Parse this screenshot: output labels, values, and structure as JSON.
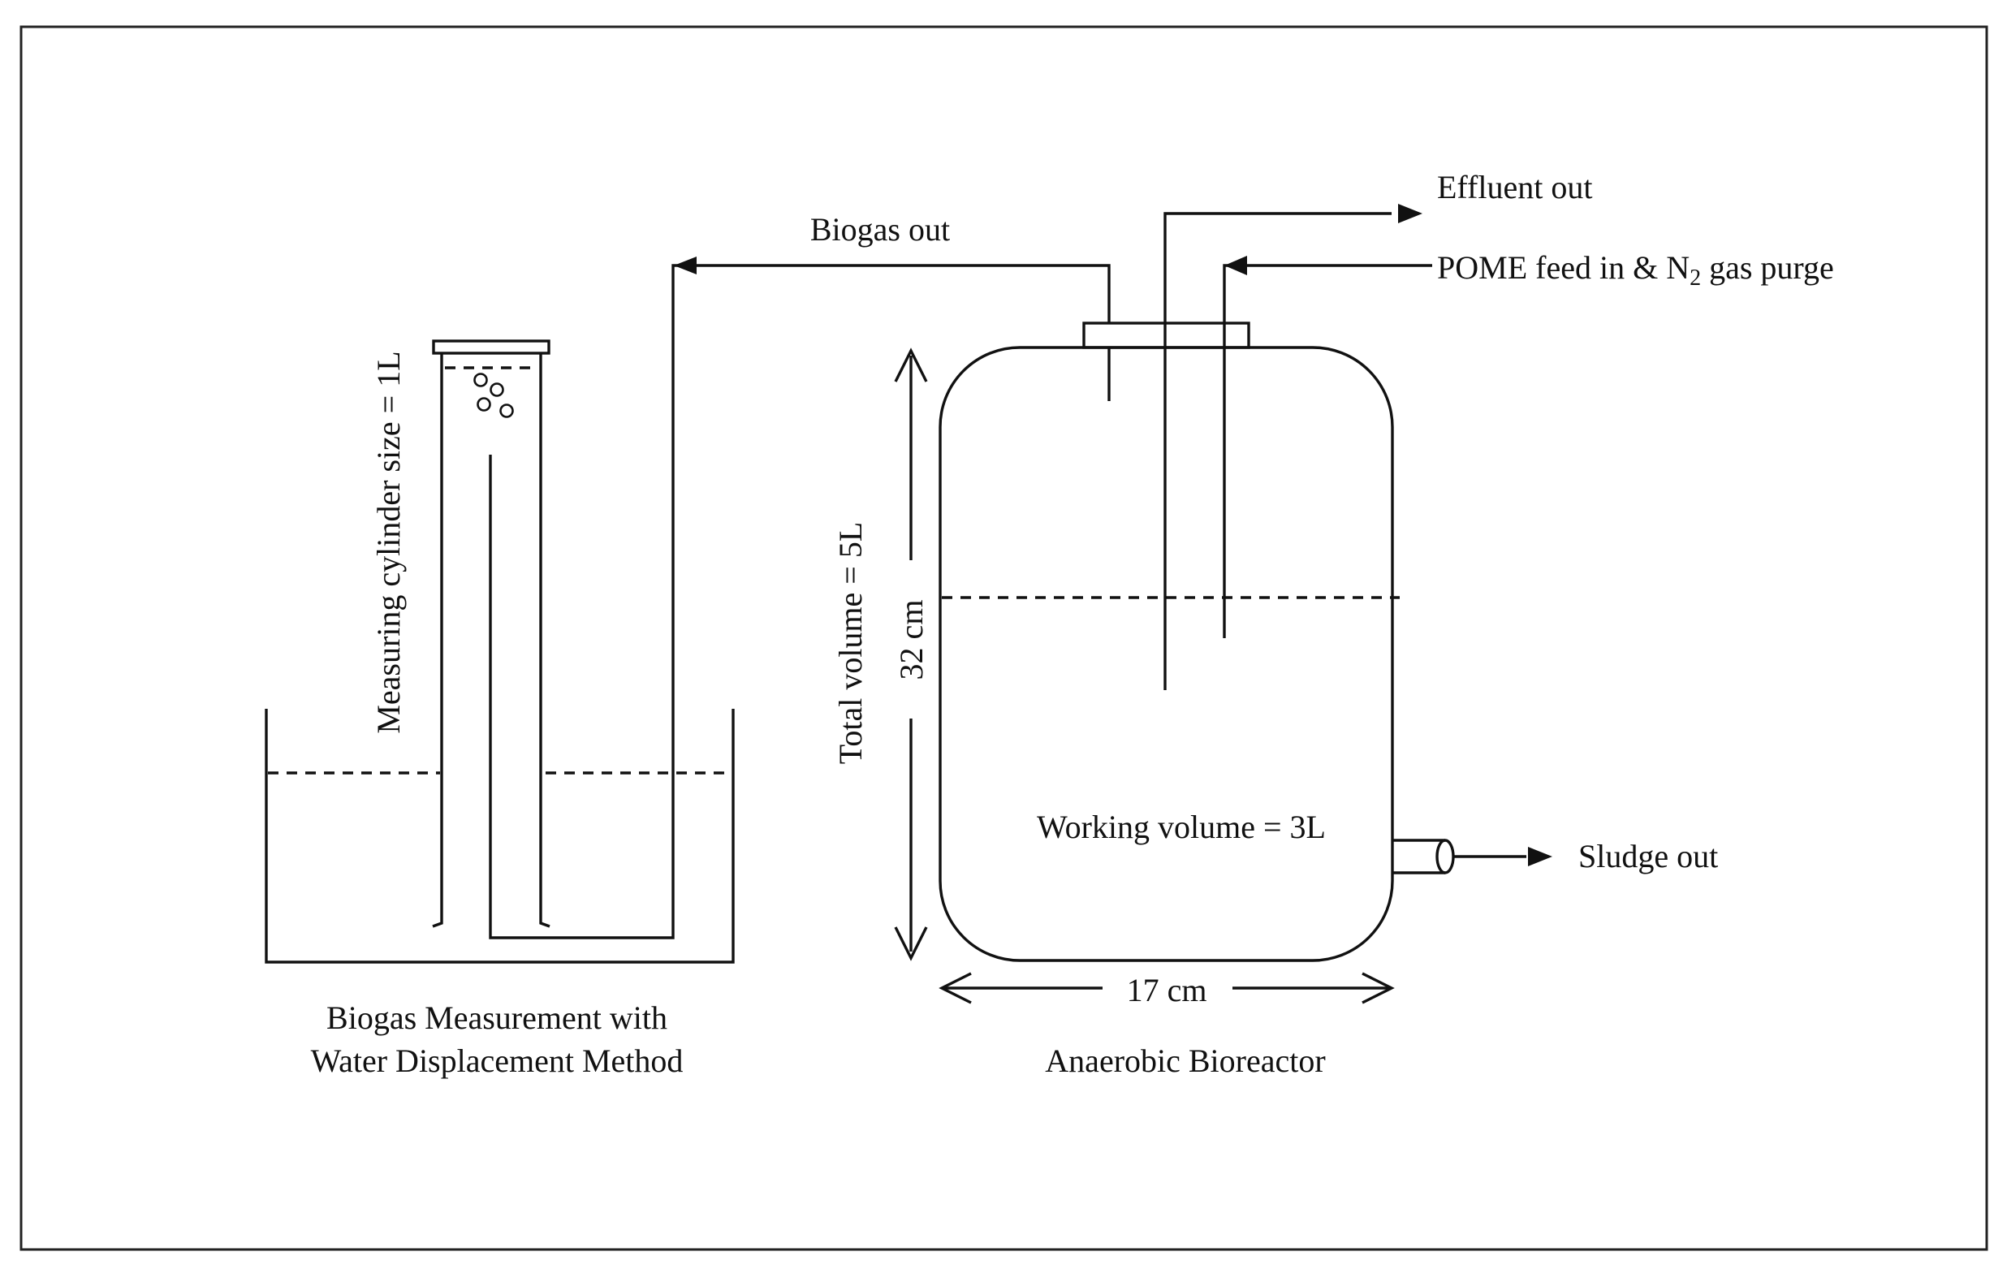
{
  "labels": {
    "effluent_out": "Effluent out",
    "biogas_out": "Biogas out",
    "pome_feed_prefix": "POME feed in & N",
    "pome_feed_subscript": "2",
    "pome_feed_suffix": " gas purge",
    "measuring_cylinder_size": "Measuring cylinder size = 1L",
    "total_volume": "Total volume = 5L",
    "height": "32 cm",
    "working_volume": "Working volume = 3L",
    "sludge_out": "Sludge out",
    "width": "17 cm",
    "biogas_measurement_line1": "Biogas Measurement with",
    "biogas_measurement_line2": "Water Displacement Method",
    "anaerobic_bioreactor": "Anaerobic Bioreactor"
  }
}
